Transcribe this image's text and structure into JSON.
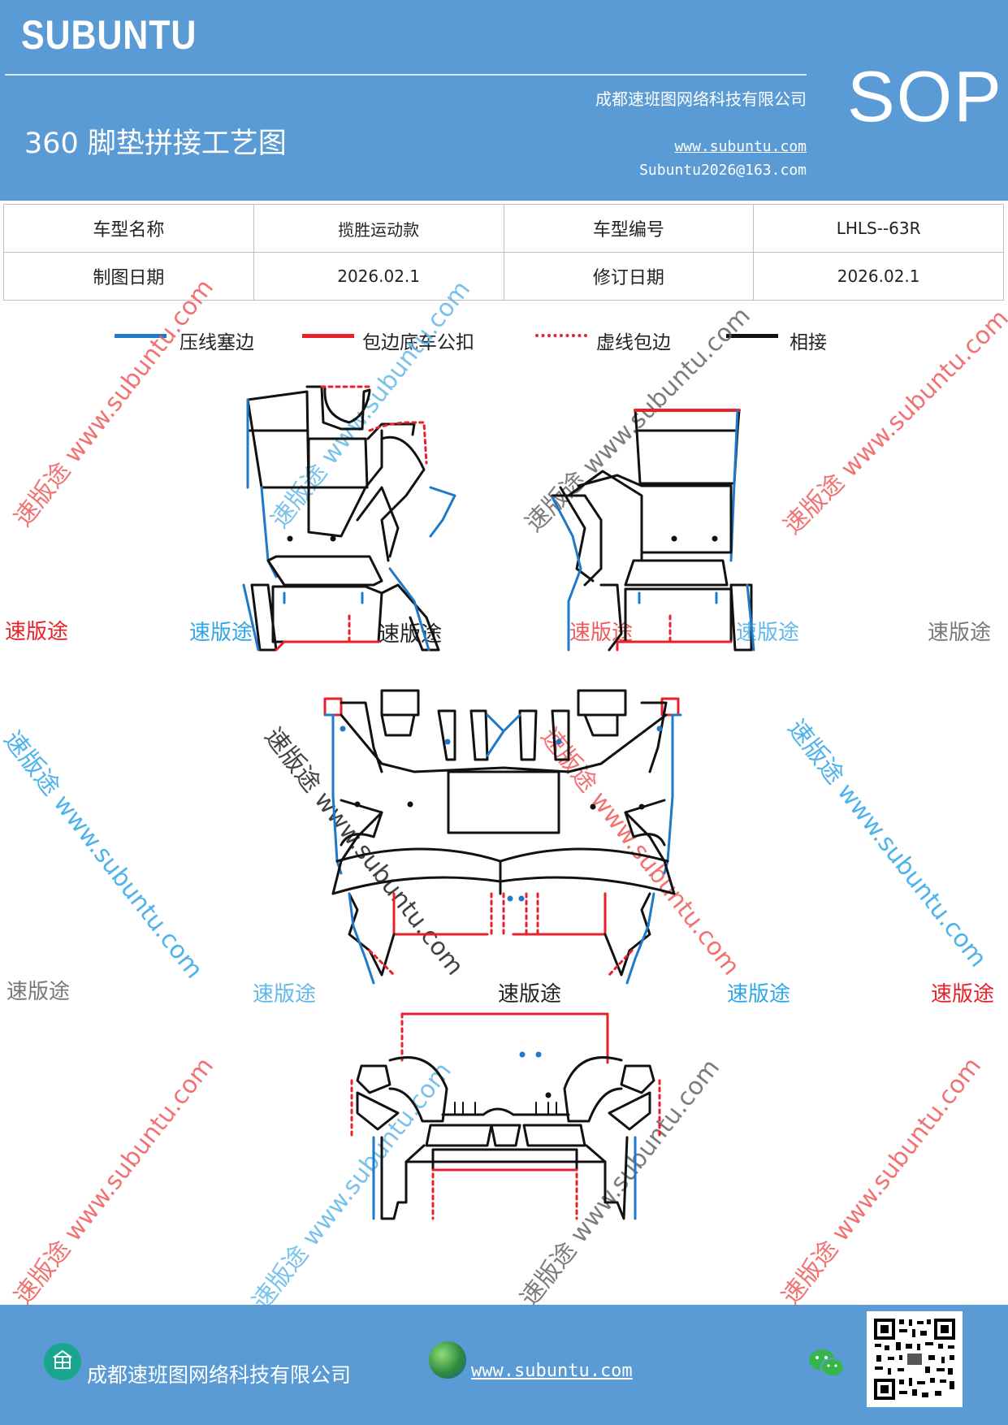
{
  "header": {
    "brand": "SUBUNTU",
    "company": "成都速班图网络科技有限公司",
    "title": "360 脚垫拼接工艺图",
    "website": "www.subuntu.com",
    "email": "Subuntu2026@163.com",
    "doc_type": "SOP"
  },
  "info_table": {
    "rows": [
      {
        "label1": "车型名称",
        "value1": "揽胜运动款",
        "label2": "车型编号",
        "value2": "LHLS--63R"
      },
      {
        "label1": "制图日期",
        "value1": "2026.02.1",
        "label2": "修订日期",
        "value2": "2026.02.1"
      }
    ]
  },
  "legend": [
    {
      "label": "压线塞边",
      "color": "#1f78c8",
      "style": "solid"
    },
    {
      "label": "包边底车公扣",
      "color": "#e8202a",
      "style": "solid"
    },
    {
      "label": "虚线包边",
      "color": "#e8202a",
      "style": "dotted"
    },
    {
      "label": "相接",
      "color": "#111111",
      "style": "solid"
    }
  ],
  "watermarks": {
    "brand_cn": "速版途",
    "url": "www.subuntu.com",
    "diag_text": "速版途 www.subuntu.com"
  },
  "footer": {
    "company": "成都速班图网络科技有限公司",
    "website": "www.subuntu.com",
    "icons": [
      "company-icon",
      "globe-icon",
      "wechat-icon",
      "qr-code"
    ]
  }
}
